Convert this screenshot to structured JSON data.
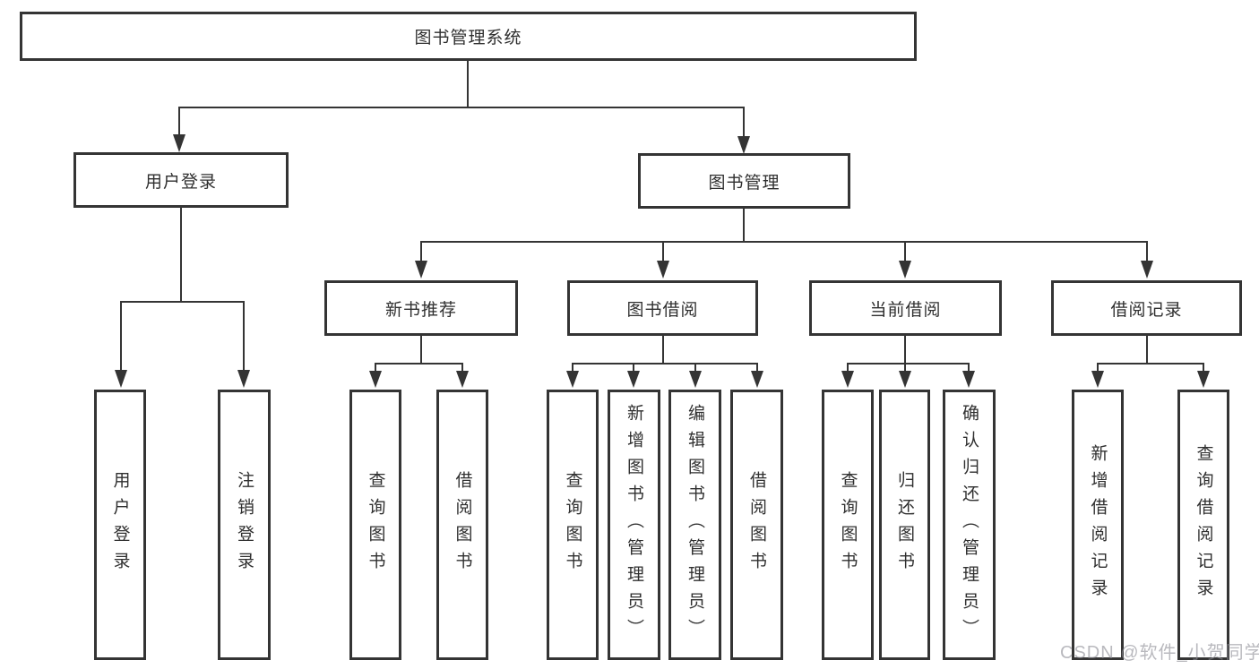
{
  "diagram": {
    "root": {
      "label": "图书管理系统"
    },
    "level1": [
      {
        "label": "用户登录"
      },
      {
        "label": "图书管理"
      }
    ],
    "level2": [
      {
        "label": "新书推荐"
      },
      {
        "label": "图书借阅"
      },
      {
        "label": "当前借阅"
      },
      {
        "label": "借阅记录"
      }
    ],
    "leaves": {
      "user_login": [
        "用户登录",
        "注销登录"
      ],
      "new_books": [
        "查询图书",
        "借阅图书"
      ],
      "book_borrow": [
        "查询图书",
        "新增图书（管理员）",
        "编辑图书（管理员）",
        "借阅图书"
      ],
      "current_borrow": [
        "查询图书",
        "归还图书",
        "确认归还（管理员）"
      ],
      "borrow_records": [
        "新增借阅记录",
        "查询借阅记录"
      ]
    }
  },
  "watermark": "CSDN @软件_小贺同学",
  "colors": {
    "line": "#343434",
    "box_border": "#343434",
    "text": "#2f2f2f",
    "background": "#ffffff",
    "watermark": "#8e8e96"
  }
}
